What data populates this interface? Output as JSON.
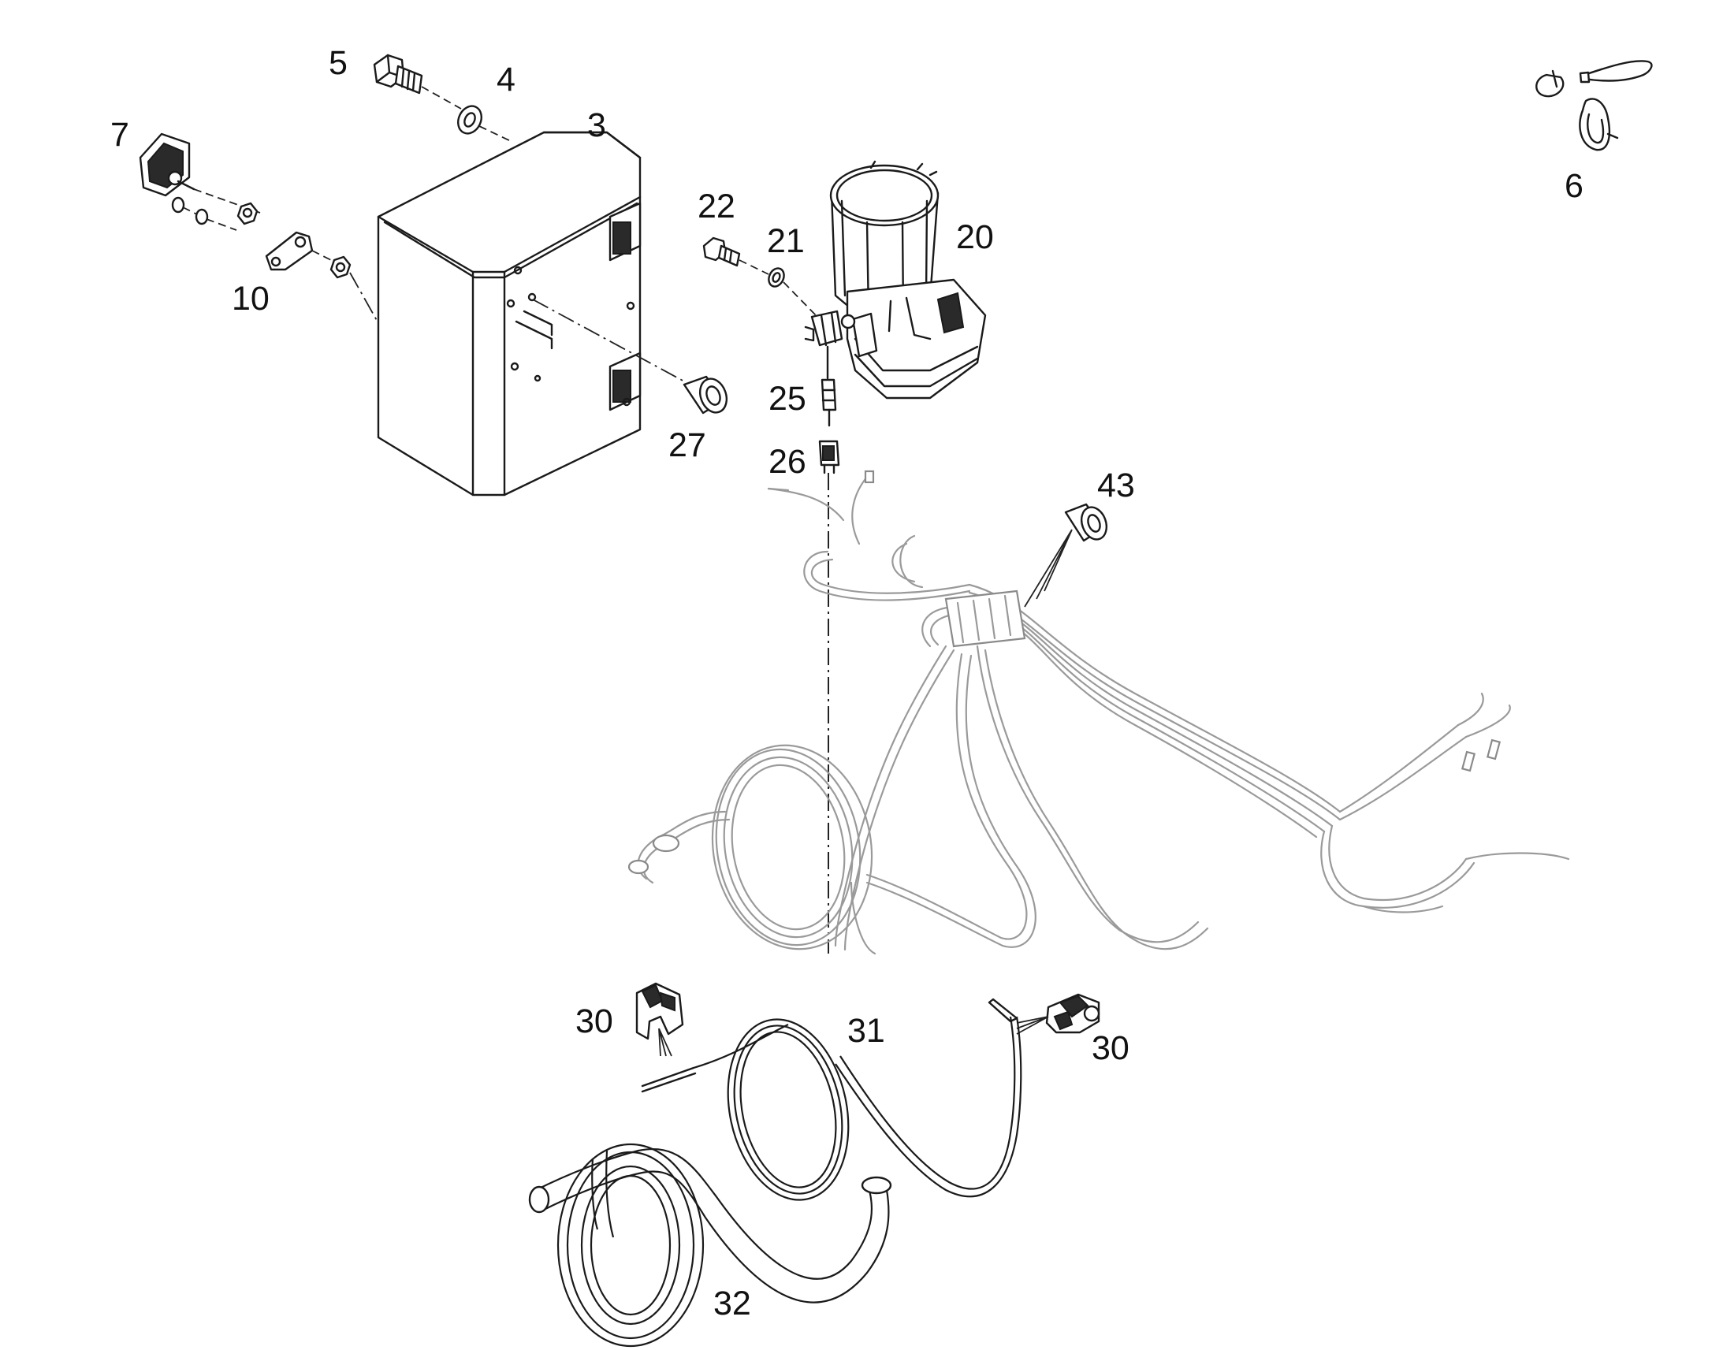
{
  "callouts": {
    "c3": "3",
    "c4": "4",
    "c5": "5",
    "c6": "6",
    "c7": "7",
    "c10": "10",
    "c20": "20",
    "c21": "21",
    "c22": "22",
    "c25": "25",
    "c26": "26",
    "c27": "27",
    "c30a": "30",
    "c30b": "30",
    "c31": "31",
    "c32": "32",
    "c43": "43"
  }
}
